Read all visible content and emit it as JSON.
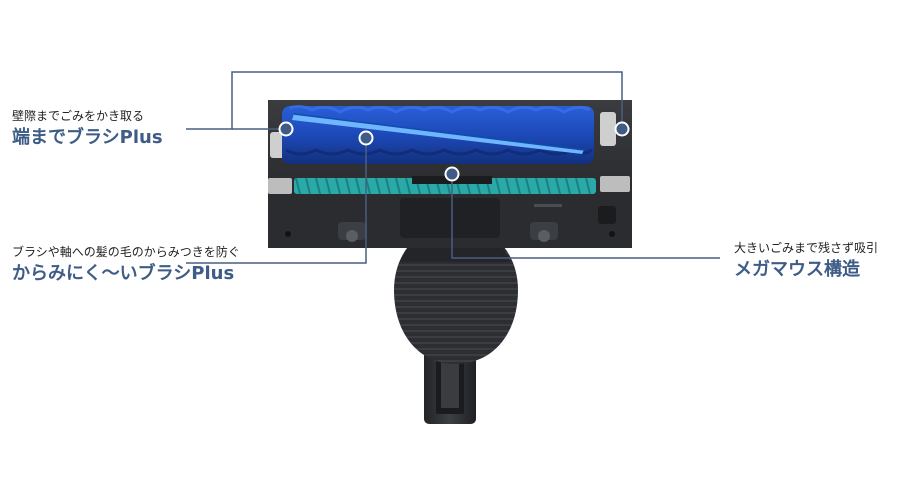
{
  "callouts": {
    "ends": {
      "caption": "壁際までごみをかき取る",
      "name": "端までブラシPlus"
    },
    "tangle": {
      "caption": "ブラシや軸への髪の毛のからみつきを防ぐ",
      "name": "からみにく〜いブラシPlus"
    },
    "mega": {
      "caption": "大きいごみまで残さず吸引",
      "name": "メガマウス構造"
    }
  },
  "colors": {
    "accent": "#3e5c86",
    "leader_line": "#4a5f80",
    "brush_blue": "#1f4fc4",
    "bristle_teal": "#2aa9a9",
    "body_dark": "#2b2d30"
  }
}
